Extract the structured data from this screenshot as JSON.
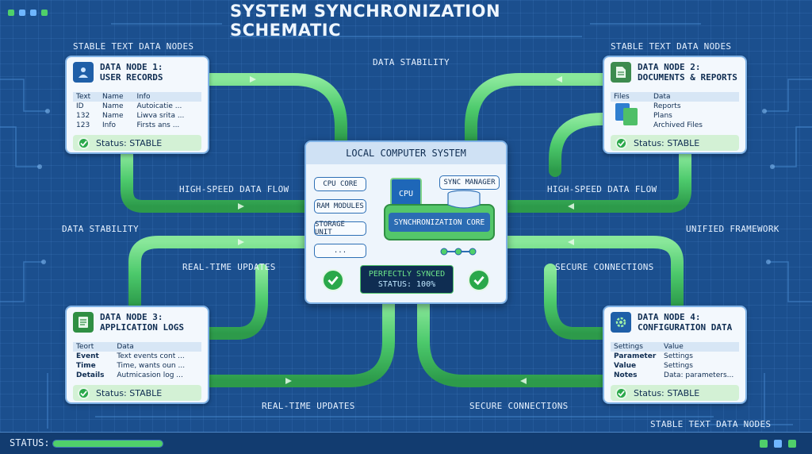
{
  "title": "SYSTEM SYNCHRONIZATION SCHEMATIC",
  "labels": {
    "stable_nodes_left": "STABLE TEXT DATA NODES",
    "stable_nodes_right": "STABLE TEXT DATA NODES",
    "data_stability_top": "DATA STABILITY",
    "data_stability_left": "DATA STABILITY",
    "high_speed_left": "HIGH-SPEED DATA FLOW",
    "high_speed_right": "HIGH-SPEED DATA FLOW",
    "unified_framework": "UNIFIED FRAMEWORK",
    "realtime_left": "REAL-TIME UPDATES",
    "realtime_bottom": "REAL-TIME UPDATES",
    "secure_right": "SECURE CONNECTIONS",
    "secure_bottom": "SECURE CONNECTIONS",
    "stable_nodes_bottom": "STABLE TEXT DATA NODES"
  },
  "node1": {
    "title_line1": "DATA NODE 1:",
    "title_line2": "USER RECORDS",
    "headers": [
      "Text",
      "Name",
      "Info"
    ],
    "rows": [
      [
        "ID",
        "Name",
        "Autoicatie ..."
      ],
      [
        "132",
        "Name",
        "Liwva srita ..."
      ],
      [
        "123",
        "Info",
        "Firsts ans ..."
      ]
    ],
    "status": "Status: STABLE"
  },
  "node2": {
    "title_line1": "DATA NODE 2:",
    "title_line2": "DOCUMENTS & REPORTS",
    "headers": [
      "Files",
      "Data"
    ],
    "items": [
      "Reports",
      "Plans",
      "Archived Files"
    ],
    "status": "Status: STABLE"
  },
  "node3": {
    "title_line1": "DATA NODE 3:",
    "title_line2": "APPLICATION LOGS",
    "headers": [
      "Teort",
      "Data"
    ],
    "rows": [
      [
        "Event",
        "Text events cont ..."
      ],
      [
        "Time",
        "Time, wants oun ..."
      ],
      [
        "Details",
        "Autmicasion log ..."
      ]
    ],
    "status": "Status: STABLE"
  },
  "node4": {
    "title_line1": "DATA NODE 4:",
    "title_line2": "CONFIGURATION DATA",
    "headers": [
      "Settings",
      "Value"
    ],
    "rows": [
      [
        "Parameter",
        "Settings"
      ],
      [
        "Value",
        "Settings"
      ],
      [
        "Notes",
        "Data: parameters..."
      ]
    ],
    "status": "Status: STABLE"
  },
  "center": {
    "title": "LOCAL COMPUTER SYSTEM",
    "modules": [
      "CPU CORE",
      "RAM MODULES",
      "STORAGE UNIT",
      "..."
    ],
    "cpu": "CPU",
    "sync_manager": "SYNC MANAGER",
    "sync_core": "SYNCHRONIZATION CORE",
    "synced_line1": "PERFECTLY SYNCED",
    "synced_line2": "STATUS: 100%"
  },
  "status_bar": {
    "label": "STATUS:",
    "progress": 1.0
  },
  "colors": {
    "background": "#1b4f8e",
    "flow_green": "#4fd06a",
    "panel": "#f3f8fd",
    "accent_blue": "#1f5fa8"
  },
  "icons": [
    "user-icon",
    "document-icon",
    "log-icon",
    "gear-icon",
    "check-icon",
    "cpu-icon",
    "database-icon"
  ]
}
